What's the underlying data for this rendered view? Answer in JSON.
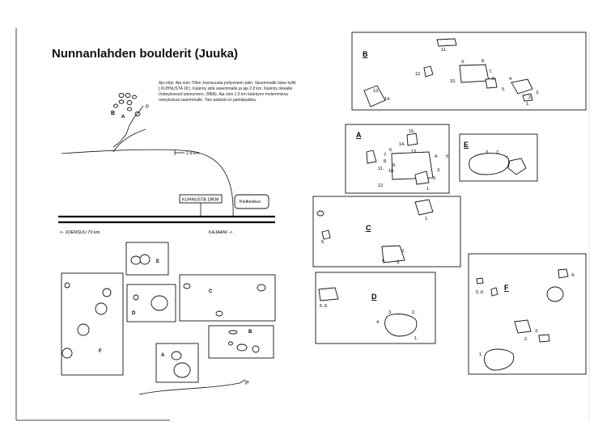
{
  "title": "Nunnanlahden boulderit (Juuka)",
  "directions": "Ajo-ohje: Aja noin 70km Joensuusta pohjoiseen päin. Vasemmalle tulee kyltti [ KUHNUSTA 18 ]. Käänny siitä vasemmalle ja aja 2.8 km. Käänny oikealle (risteyksessä talonumero, 288A). Aja noin 1.5 km kääntyen molemmissa risteyksissä vasemmalle. Tien päässä on parkkipaikka.",
  "overview": {
    "distance_label": "2.8 km",
    "sign_kuhnusta": "KUHNUSTA 18KM",
    "sign_kivikeskus": "Kivikeskus",
    "left_label": "<- JOENSUU 70 km",
    "right_label": "KAJAANI  ->",
    "parking_label": "P",
    "inset_b_label": "B",
    "inset_a_label": "A"
  },
  "overview_areas": {
    "E": "E",
    "C": "C",
    "D": "D",
    "F": "F",
    "B": "B",
    "A": "A",
    "parking": "P"
  },
  "area_maps": {
    "B": {
      "label": "B",
      "numbers": [
        "11.",
        "12.",
        "9.",
        "8.",
        "7.",
        "10.",
        "6.",
        "5.",
        "4.",
        "3.",
        "2.",
        "1.",
        "13.",
        "14."
      ]
    },
    "A": {
      "label": "A",
      "numbers": [
        "15.",
        "14.",
        "6.",
        "13.",
        "4.",
        "5.",
        "7.",
        "8.",
        "9.",
        "11.",
        "18.",
        "3.",
        "2.",
        "12.",
        "1."
      ]
    },
    "E": {
      "label": "E",
      "numbers": [
        "3.",
        "2.",
        "1."
      ]
    },
    "C": {
      "label": "C",
      "numbers": [
        "1.",
        "5.",
        "2.",
        "4.",
        "3."
      ]
    },
    "D": {
      "label": "D",
      "numbers": [
        "5.,6.",
        "3.",
        "2.",
        "4.",
        "1."
      ]
    },
    "F": {
      "label": "F",
      "numbers": [
        "5.,6.",
        "4.",
        "3.",
        "2.",
        "1."
      ]
    }
  }
}
